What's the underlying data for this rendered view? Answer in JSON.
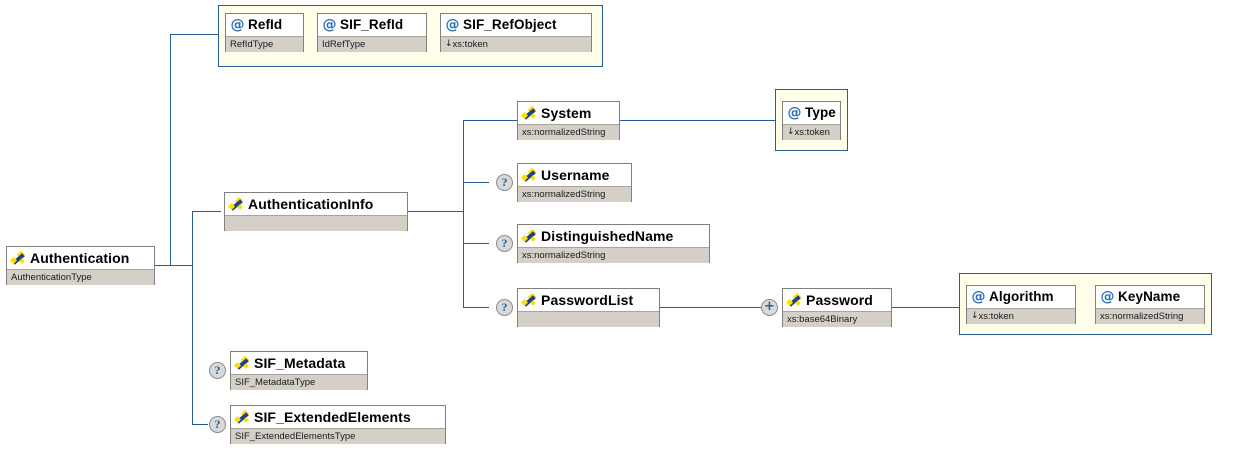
{
  "diagram": {
    "title": "Authentication XSD element diagram",
    "colors": {
      "line": "#2a5d8f",
      "attr_container_bg": "#fffee8",
      "attr_container_border": "#2a5d8f",
      "type_bar_bg": "#d4d0c8",
      "node_bg": "#ffffff",
      "node_border": "#808080",
      "attr_icon": "#2a6fbb",
      "element_icon_blue": "#1f3f8f",
      "element_icon_yellow": "#ffe000",
      "marker_bg": "#d9d9d9"
    },
    "icons": {
      "element": "element-icon",
      "attribute": "at-sign-icon",
      "optional": "question-mark-marker",
      "repeating": "plus-marker",
      "derived_type": "down-arrow-glyph"
    },
    "nodes": {
      "authentication": {
        "label": "Authentication",
        "type": "AuthenticationType",
        "kind": "element",
        "marker": ""
      },
      "refid": {
        "label": "RefId",
        "type": "RefIdType",
        "kind": "attribute",
        "marker": ""
      },
      "sif_refid": {
        "label": "SIF_RefId",
        "type": "IdRefType",
        "kind": "attribute",
        "marker": ""
      },
      "sif_refobject": {
        "label": "SIF_RefObject",
        "type": "xs:token",
        "kind": "attribute",
        "marker": "",
        "arrow": true
      },
      "authenticationinfo": {
        "label": "AuthenticationInfo",
        "type": "",
        "kind": "element",
        "marker": ""
      },
      "system": {
        "label": "System",
        "type": "xs:normalizedString",
        "kind": "element",
        "marker": ""
      },
      "type_attr": {
        "label": "Type",
        "type": "xs:token",
        "kind": "attribute",
        "marker": "",
        "arrow": true
      },
      "username": {
        "label": "Username",
        "type": "xs:normalizedString",
        "kind": "element",
        "marker": "?"
      },
      "distinguishedname": {
        "label": "DistinguishedName",
        "type": "xs:normalizedString",
        "kind": "element",
        "marker": "?"
      },
      "passwordlist": {
        "label": "PasswordList",
        "type": "",
        "kind": "element",
        "marker": "?"
      },
      "password": {
        "label": "Password",
        "type": "xs:base64Binary",
        "kind": "element",
        "marker": "+"
      },
      "algorithm": {
        "label": "Algorithm",
        "type": "xs:token",
        "kind": "attribute",
        "marker": "",
        "arrow": true
      },
      "keyname": {
        "label": "KeyName",
        "type": "xs:normalizedString",
        "kind": "attribute",
        "marker": ""
      },
      "sif_metadata": {
        "label": "SIF_Metadata",
        "type": "SIF_MetadataType",
        "kind": "element",
        "marker": "?"
      },
      "sif_extendedelements": {
        "label": "SIF_ExtendedElements",
        "type": "SIF_ExtendedElementsType",
        "kind": "element",
        "marker": "?"
      }
    },
    "markers": {
      "username_marker": "?",
      "distinguishedname_marker": "?",
      "passwordlist_marker": "?",
      "password_marker": "+",
      "sif_metadata_marker": "?",
      "sif_extendedelements_marker": "?"
    }
  }
}
